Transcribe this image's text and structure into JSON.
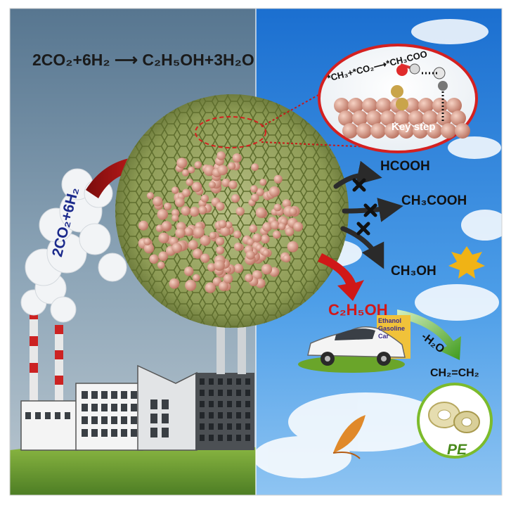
{
  "equation": "2CO₂+6H₂ ⟶ C₂H₅OH+3H₂O",
  "mechanism": "*CH₃+*CO₂⟶*CH₃COO",
  "key_step_label": "Key step",
  "feed_label": "2CO₂+6H₂",
  "blocked_products": [
    "HCOOH",
    "CH₃COOH",
    "CH₃OH"
  ],
  "main_product": "C₂H₅OH",
  "dehydration_label": "-H₂O",
  "ethylene_label": "CH₂=CH₂",
  "car_sign": [
    "Ethanol",
    "Gasoline",
    "Car"
  ],
  "pe_label": "PE",
  "colors": {
    "sky_left": "#5f7f98",
    "sky_right": "#2f86dc",
    "framework": "#9aa964",
    "particle": "#d99a88",
    "arrow_red": "#cc1a1a",
    "ground": "#7eaa3a"
  },
  "icons": [
    "factory-icon",
    "smokestack-icon",
    "car-icon",
    "tape-roll-icon",
    "leaf-icon",
    "maple-leaf-icon",
    "cross-mark-icon"
  ]
}
